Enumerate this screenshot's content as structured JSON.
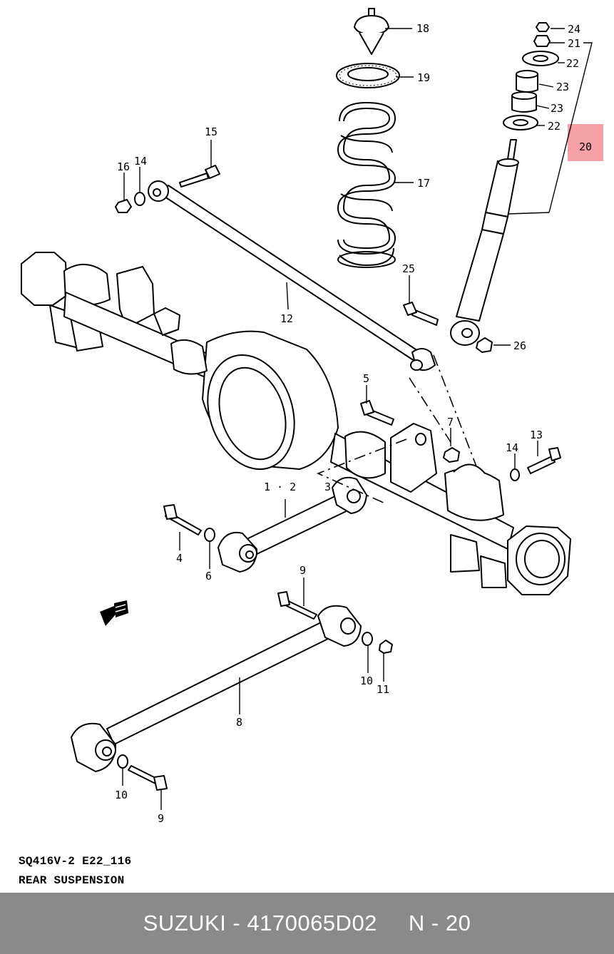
{
  "diagram": {
    "callouts": {
      "n18": "18",
      "n19": "19",
      "n17": "17",
      "n24": "24",
      "n21": "21",
      "n22a": "22",
      "n23a": "23",
      "n23b": "23",
      "n22b": "22",
      "n20": "20",
      "n15": "15",
      "n16": "16",
      "n14a": "14",
      "n12": "12",
      "n25": "25",
      "n26": "26",
      "n5": "5",
      "n7": "7",
      "n13": "13",
      "n14b": "14",
      "n1_2": "1 · 2",
      "n3": "3",
      "n4": "4",
      "n6": "6",
      "n9a": "9",
      "n10a": "10",
      "n11": "11",
      "n8": "8",
      "n10b": "10",
      "n9b": "9"
    },
    "highlight_color": "#f4a0a6"
  },
  "caption": {
    "code": "SQ416V-2 E22_116",
    "title": "REAR SUSPENSION"
  },
  "footer": {
    "brand_part": "SUZUKI - 4170065D02",
    "position": "N - 20"
  }
}
